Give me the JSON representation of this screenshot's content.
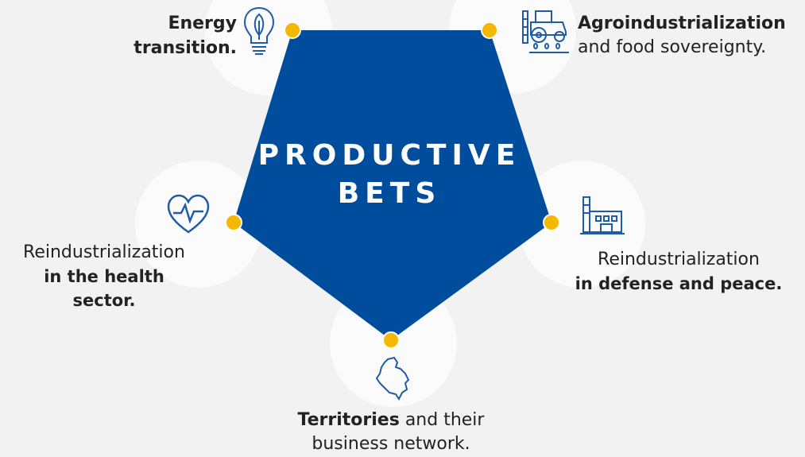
{
  "center": {
    "line1": "PRODUCTIVE",
    "line2": "BETS"
  },
  "colors": {
    "pentagon": "#004d9d",
    "dot": "#f5b800",
    "icon": "#1f5ca8",
    "background": "#f2f2f2"
  },
  "bets": [
    {
      "id": "energy",
      "icon": "lightbulb-leaf-icon",
      "bold": "Energy transition.",
      "normal": ""
    },
    {
      "id": "agro",
      "icon": "tractor-icon",
      "bold": "Agroindustrialization",
      "normal": "and food sovereignty."
    },
    {
      "id": "defense",
      "icon": "factory-icon",
      "bold": "in defense and peace.",
      "normal": "Reindustrialization"
    },
    {
      "id": "territories",
      "icon": "colombia-map-icon",
      "bold": "Territories",
      "normal": "and their business network."
    },
    {
      "id": "health",
      "icon": "heart-pulse-icon",
      "bold": "in the health sector.",
      "normal": "Reindustrialization"
    }
  ]
}
